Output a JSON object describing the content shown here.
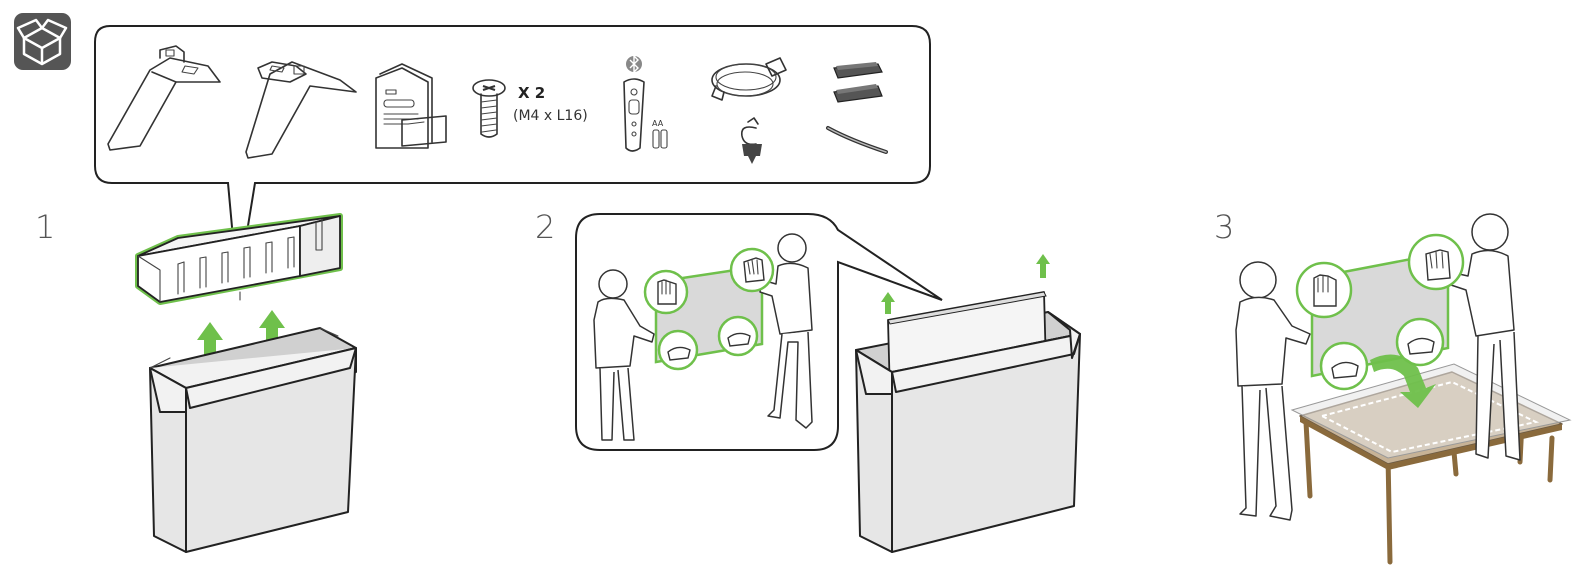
{
  "steps": [
    "1",
    "2",
    "3"
  ],
  "screws": {
    "quantity": "X 2",
    "spec": "(M4 x L16)"
  },
  "battery_label": "AA",
  "colors": {
    "accent": "#6fc04b",
    "outline": "#222222",
    "box_fill": "#e6e6e6",
    "icon_bg": "#555555"
  },
  "icons": [
    "open-box-icon",
    "bluetooth-icon"
  ]
}
